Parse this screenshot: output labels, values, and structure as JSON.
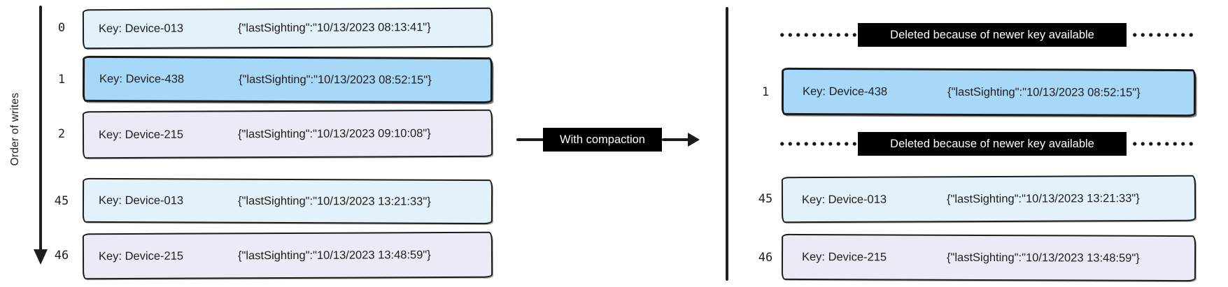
{
  "diagram": {
    "axis_label": "Order of writes",
    "transform_label": "With compaction"
  },
  "left_log": {
    "rows": [
      {
        "num": "0",
        "key": "Key: Device-013",
        "value": "{\"lastSighting\":\"10/13/2023 08:13:41\"}"
      },
      {
        "num": "1",
        "key": "Key: Device-438",
        "value": "{\"lastSighting\":\"10/13/2023 08:52:15\"}"
      },
      {
        "num": "2",
        "key": "Key: Device-215",
        "value": "{\"lastSighting\":\"10/13/2023 09:10:08\"}"
      },
      {
        "num": "45",
        "key": "Key: Device-013",
        "value": "{\"lastSighting\":\"10/13/2023 13:21:33\"}"
      },
      {
        "num": "46",
        "key": "Key: Device-215",
        "value": "{\"lastSighting\":\"10/13/2023 13:48:59\"}"
      }
    ]
  },
  "right_log": {
    "deleted_rows": [
      {
        "label": "Deleted because of newer key available"
      },
      {
        "label": "Deleted because of newer key available"
      }
    ],
    "rows": [
      {
        "num": "1",
        "key": "Key: Device-438",
        "value": "{\"lastSighting\":\"10/13/2023 08:52:15\"}"
      },
      {
        "num": "45",
        "key": "Key: Device-013",
        "value": "{\"lastSighting\":\"10/13/2023 13:21:33\"}"
      },
      {
        "num": "46",
        "key": "Key: Device-215",
        "value": "{\"lastSighting\":\"10/13/2023 13:48:59\"}"
      }
    ]
  },
  "colors": {
    "light_blue_fill": "#e3f1fb",
    "blue_fill": "#a7d8f7",
    "lavender_fill": "#edeaf7",
    "ink": "#1e1e1e",
    "marker_bg": "#000000",
    "marker_text": "#ffffff"
  }
}
